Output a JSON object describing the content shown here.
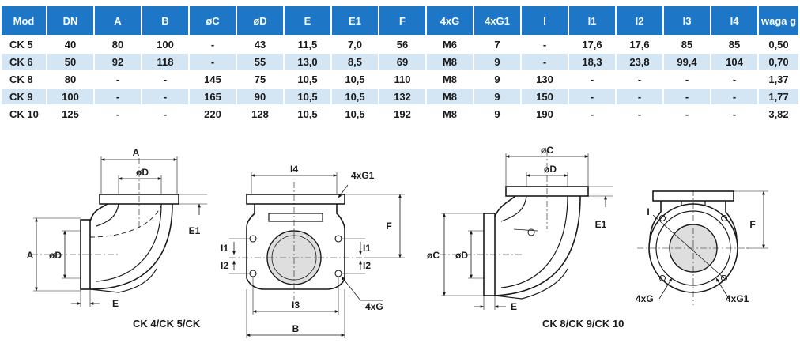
{
  "table": {
    "headers": [
      "Mod",
      "DN",
      "A",
      "B",
      "øC",
      "øD",
      "E",
      "E1",
      "F",
      "4xG",
      "4xG1",
      "I",
      "I1",
      "I2",
      "I3",
      "I4",
      "waga g"
    ],
    "rows": [
      [
        "CK 5",
        "40",
        "80",
        "100",
        "-",
        "43",
        "11,5",
        "7,0",
        "56",
        "M6",
        "7",
        "-",
        "17,6",
        "17,6",
        "85",
        "85",
        "0,50"
      ],
      [
        "CK 6",
        "50",
        "92",
        "118",
        "-",
        "55",
        "13,0",
        "8,5",
        "69",
        "M8",
        "9",
        "-",
        "18,3",
        "23,8",
        "99,4",
        "104",
        "0,70"
      ],
      [
        "CK 8",
        "80",
        "-",
        "-",
        "145",
        "75",
        "10,5",
        "10,5",
        "110",
        "M8",
        "9",
        "130",
        "-",
        "-",
        "-",
        "-",
        "1,37"
      ],
      [
        "CK 9",
        "100",
        "-",
        "-",
        "165",
        "90",
        "10,5",
        "10,5",
        "132",
        "M8",
        "9",
        "150",
        "-",
        "-",
        "-",
        "-",
        "1,77"
      ],
      [
        "CK 10",
        "125",
        "-",
        "-",
        "220",
        "128",
        "10,5",
        "10,5",
        "192",
        "M8",
        "9",
        "190",
        "-",
        "-",
        "-",
        "-",
        "3,82"
      ]
    ]
  },
  "drawing": {
    "labels": {
      "A": "A",
      "B": "B",
      "oC": "øC",
      "oD": "øD",
      "E": "E",
      "E1": "E1",
      "F": "F",
      "I": "I",
      "I1": "I1",
      "I2": "I2",
      "I3": "I3",
      "I4": "I4",
      "G4": "4xG",
      "G1_4": "4xG1"
    },
    "caption_left": "CK 4/CK 5/CK",
    "caption_right": "CK 8/CK 9/CK 10"
  },
  "colors": {
    "header_bg": "#1e77c6",
    "row_alt_bg": "#d4e5f3",
    "line": "#1a1a1a"
  }
}
